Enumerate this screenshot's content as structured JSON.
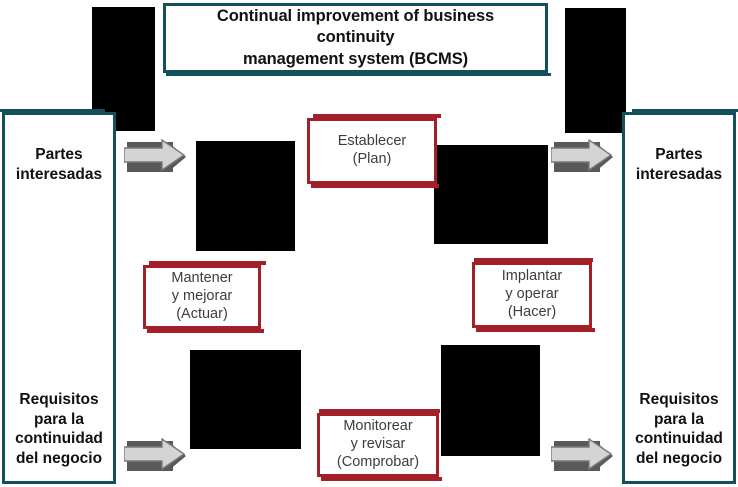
{
  "diagram": {
    "title_box": {
      "line1": "Continual improvement of business continuity",
      "line2": "management system (BCMS)"
    },
    "side_panels": {
      "left": {
        "top_label_line1": "Partes",
        "top_label_line2": "interesadas",
        "bottom_label_line1": "Requisitos",
        "bottom_label_line2": "para la",
        "bottom_label_line3": "continuidad",
        "bottom_label_line4": "del negocio"
      },
      "right": {
        "top_label_line1": "Partes",
        "top_label_line2": "interesadas",
        "bottom_label_line1": "Requisitos",
        "bottom_label_line2": "para la",
        "bottom_label_line3": "continuidad",
        "bottom_label_line4": "del negocio"
      }
    },
    "pdca_boxes": {
      "plan": {
        "line1": "Establecer",
        "line2": "(Plan)"
      },
      "act": {
        "line1": "Mantener",
        "line2": "y mejorar",
        "line3": "(Actuar)"
      },
      "do": {
        "line1": "Implantar",
        "line2": "y operar",
        "line3": "(Hacer)"
      },
      "check": {
        "line1": "Monitorear",
        "line2": "y revisar",
        "line3": "(Comprobar)"
      }
    },
    "arrows": {
      "top_left": "right-arrow-icon",
      "top_right": "right-arrow-icon",
      "bottom_left": "right-arrow-icon",
      "bottom_right": "right-arrow-icon"
    },
    "redacted_blocks": [
      "redacted-block-top-left",
      "redacted-block-top-right",
      "redacted-block-center-upper-left",
      "redacted-block-center-upper-right",
      "redacted-block-center-lower-left",
      "redacted-block-center-lower-right"
    ],
    "colors": {
      "frame_teal": "#14505c",
      "pdca_red": "#a32029",
      "redaction_black": "#000000",
      "arrow_fill": "#d4d4d4",
      "arrow_shadow": "#595959",
      "background": "#ffffff",
      "text_dark": "#111111",
      "pdca_text": "#3d3d3d"
    }
  }
}
